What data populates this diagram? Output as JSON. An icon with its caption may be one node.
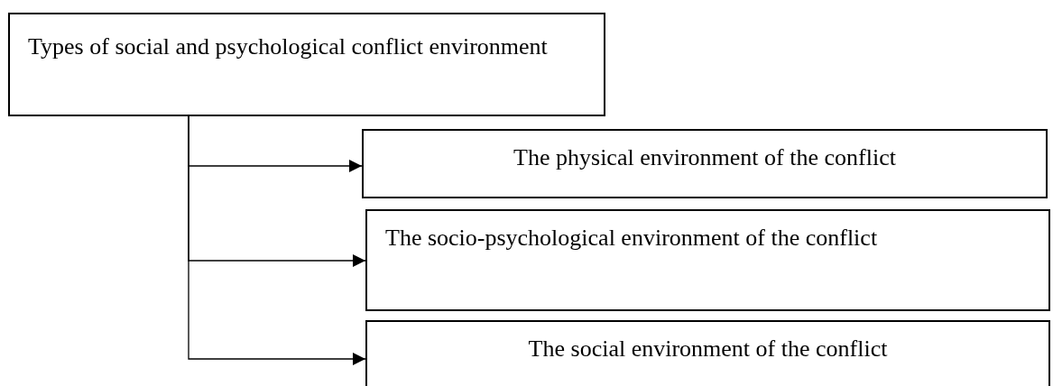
{
  "diagram": {
    "nodes": [
      {
        "text": [
          "Types of social and psychological conflict environment"
        ]
      },
      {
        "text": [
          "The physical environment of the conflict"
        ]
      },
      {
        "text": [
          "The socio-psychological environment of the conflict"
        ]
      },
      {
        "text": [
          "The social environment of the conflict"
        ]
      }
    ],
    "edges": [
      {
        "from": 0,
        "to": 1,
        "arrow": "to"
      },
      {
        "from": 0,
        "to": 2,
        "arrow": "to"
      },
      {
        "from": 0,
        "to": 3,
        "arrow": "to"
      }
    ]
  }
}
